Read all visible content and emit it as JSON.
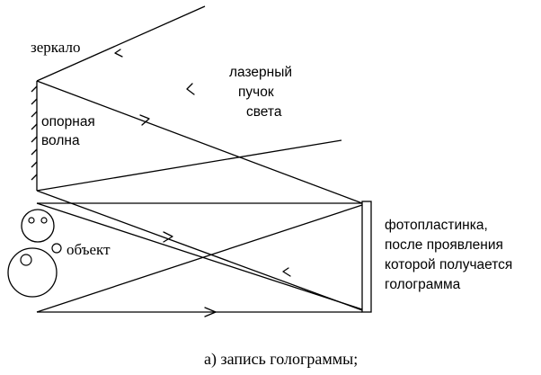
{
  "labels": {
    "mirror": "зеркало",
    "laser_line1": "лазерный",
    "laser_line2": "пучок",
    "laser_line3": "света",
    "reference_line1": "опорная",
    "reference_line2": "волна",
    "object": "объект",
    "plate_line1": "фотопластинка,",
    "plate_line2": "после проявления",
    "plate_line3": "которой получается",
    "plate_line4": "голограмма"
  },
  "caption": "а) запись голограммы;"
}
